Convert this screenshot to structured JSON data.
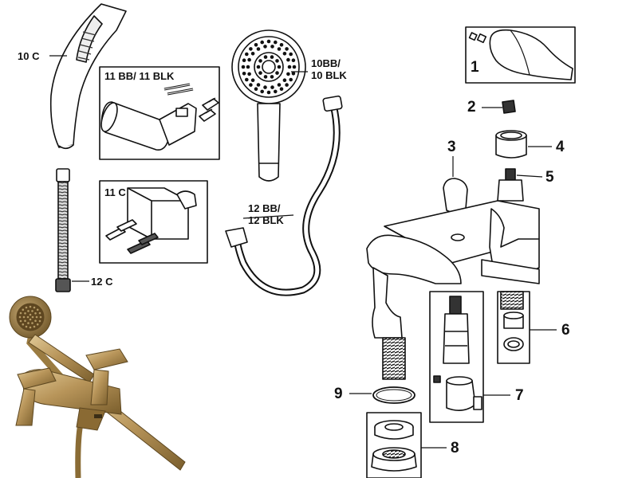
{
  "labels": {
    "hand_shower_10c": "10 C",
    "wall_bracket_11": "11 BB/ 11 BLK",
    "hand_shower_10bb": [
      "10BB/",
      "10 BLK"
    ],
    "bracket_11c": "11 C",
    "hose_12bb": [
      "12 BB/",
      "12 BLK"
    ],
    "hose_12c": "12 C",
    "part_1": "1",
    "part_2": "2",
    "part_3": "3",
    "part_4": "4",
    "part_5": "5",
    "part_6": "6",
    "part_7": "7",
    "part_8": "8",
    "part_9": "9"
  },
  "colors": {
    "ink": "#111111",
    "fill": "#ffffff",
    "brass": "#b8955a",
    "brass_dark": "#7a5e2c",
    "brass_light": "#e2cb98"
  }
}
